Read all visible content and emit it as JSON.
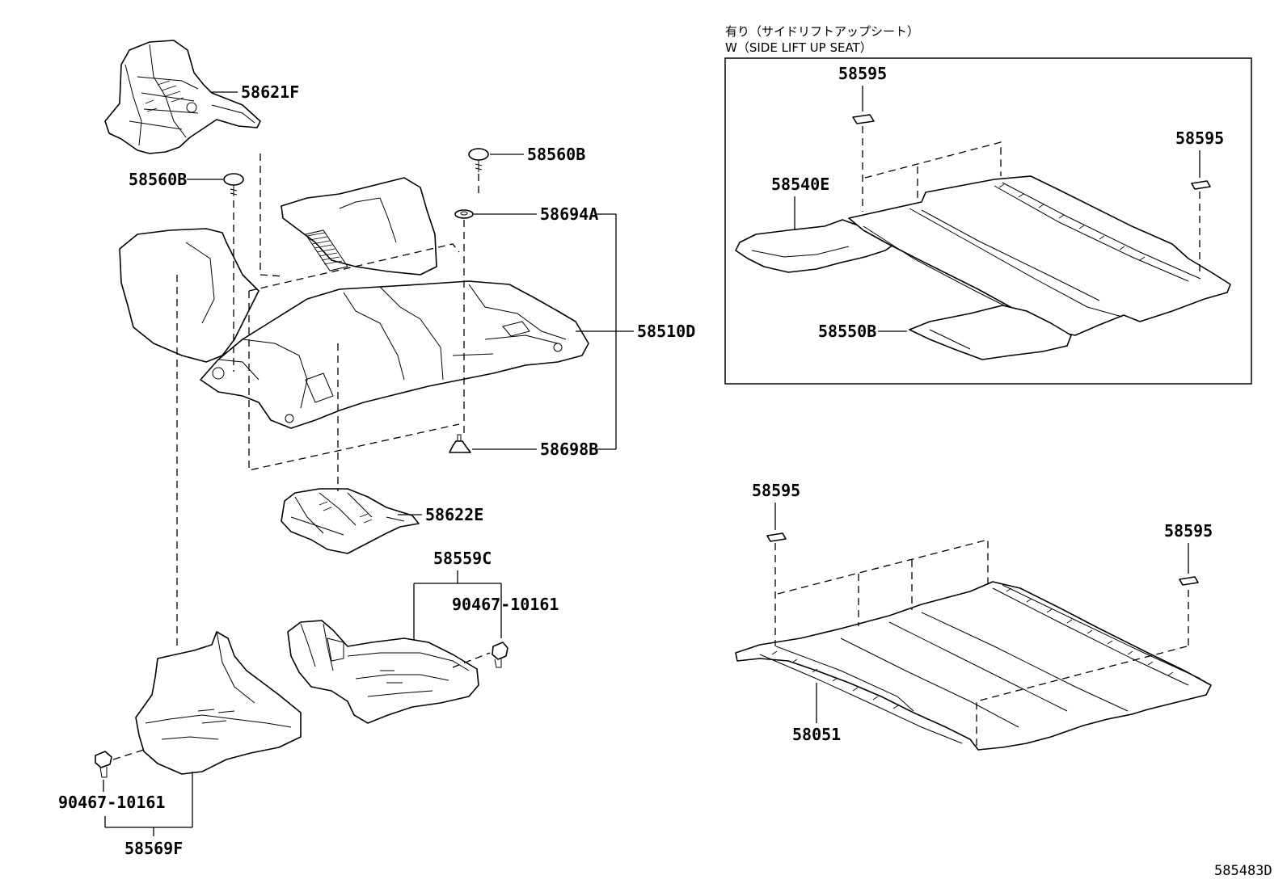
{
  "header": {
    "line1": "有り（サイドリフトアップシート）",
    "line2": "W（SIDE LIFT UP SEAT）"
  },
  "labels": {
    "p58621F": "58621F",
    "p58560B_right": "58560B",
    "p58560B_left": "58560B",
    "p58694A": "58694A",
    "p58510D": "58510D",
    "p58698B": "58698B",
    "p58622E": "58622E",
    "p58559C": "58559C",
    "p90467_right": "90467-10161",
    "p90467_left": "90467-10161",
    "p58569F": "58569F",
    "p58595_box_top": "58595",
    "p58595_box_right": "58595",
    "p58540E": "58540E",
    "p58550B": "58550B",
    "p58595_lower_left": "58595",
    "p58595_lower_right": "58595",
    "p58051": "58051"
  },
  "reference_code": "585483D"
}
